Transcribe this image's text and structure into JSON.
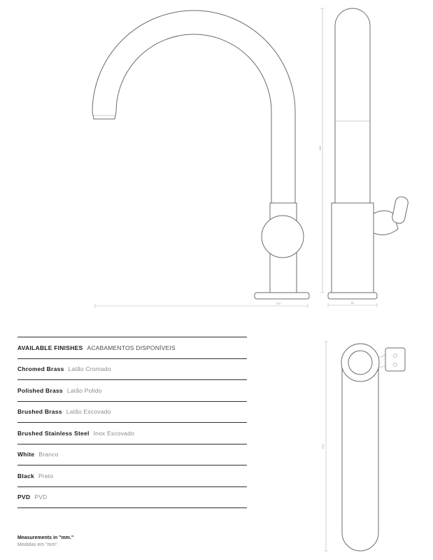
{
  "page": {
    "background": "#ffffff",
    "drawing_line_color": "#6b6b6b",
    "table_line_color": "#2e2e2e"
  },
  "finishes": {
    "title_en": "AVAILABLE FINISHES",
    "title_pt": "ACABAMENTOS DISPONÍVEIS",
    "rows": [
      {
        "en": "Chromed Brass",
        "pt": "Latão Cromado"
      },
      {
        "en": "Polished Brass",
        "pt": "Latão Polido"
      },
      {
        "en": "Brushed Brass",
        "pt": "Latão Escovado"
      },
      {
        "en": "Brushed Stainless Steel",
        "pt": "Inox Escovado"
      },
      {
        "en": "White",
        "pt": "Branco"
      },
      {
        "en": "Black",
        "pt": "Preto"
      },
      {
        "en": "PVD",
        "pt": "PVD"
      }
    ]
  },
  "dimensions": {
    "front_spout_width": "220",
    "side_height": "390",
    "side_base_width": "60",
    "top_spout_length": "220"
  },
  "footer": {
    "measurements_en": "Measurements in \"mm.\"",
    "measurements_pt": "Medidas em \"mm\"."
  }
}
